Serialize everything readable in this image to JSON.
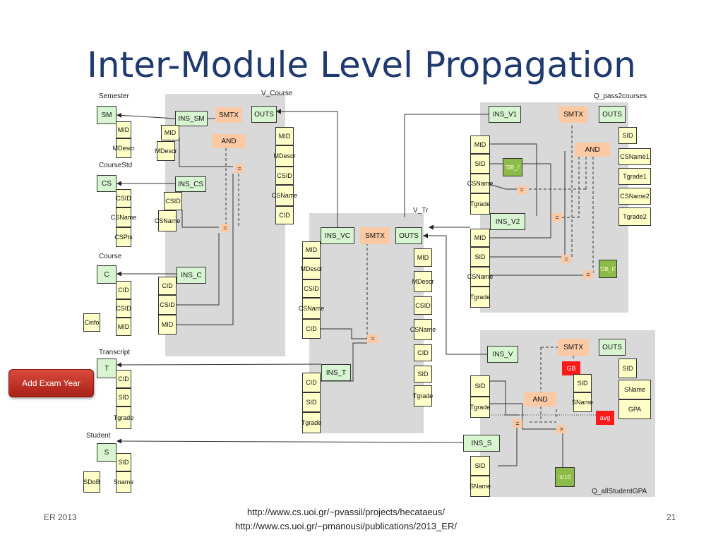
{
  "slide": {
    "title": "Inter-Module Level Propagation",
    "button_label": "Add Exam Year",
    "footer_left": "ER 2013",
    "footer_links": [
      "http://www.cs.uoi.gr/~pvassil/projects/hecataeus/",
      "http://www.cs.uoi.gr/~pmanousi/publications/2013_ER/"
    ],
    "page_number": "21"
  },
  "diagram": {
    "module_labels": {
      "semester": "Semester",
      "coursestd": "CourseStd",
      "course": "Course",
      "transcript": "Transcript",
      "student": "Student",
      "v_course": "V_Course",
      "v_tr": "V_Tr",
      "q_pass2courses": "Q_pass2courses",
      "q_allstudentgpa": "Q_allStudentGPA"
    },
    "nodes": {
      "sm": "SM",
      "cs": "CS",
      "c": "C",
      "t": "T",
      "s": "S",
      "ins_sm": "INS_SM",
      "ins_cs": "INS_CS",
      "ins_c": "INS_C",
      "ins_vc": "INS_VC",
      "ins_t": "INS_T",
      "ins_v1": "INS_V1",
      "ins_v2": "INS_V2",
      "ins_v": "INS_V",
      "ins_s": "INS_S",
      "outs": "OUTS",
      "smtx": "SMTX",
      "and": "AND",
      "eq": "=",
      "gt": ">",
      "gb": "GB",
      "avg": "avg",
      "db_i_1": "'DB_I'",
      "db_ii": "'DB_II'",
      "const_4_10": "'4/10'"
    },
    "attributes": {
      "mid": "MID",
      "mdescr": "MDescr",
      "csid": "CSID",
      "csname": "CSName",
      "cspts": "CSPts",
      "cid": "CID",
      "cinfo": "Cinfo",
      "sid": "SID",
      "tgrade": "Tgrade",
      "sdob": "SDoB",
      "sname_s": "Sname",
      "sname": "SName",
      "sname_q": "SName",
      "csname1": "CSName1",
      "tgrade1": "Tgrade1",
      "csname2": "CSName2",
      "tgrade2": "Tgrade2",
      "gpa": "GPA"
    }
  }
}
